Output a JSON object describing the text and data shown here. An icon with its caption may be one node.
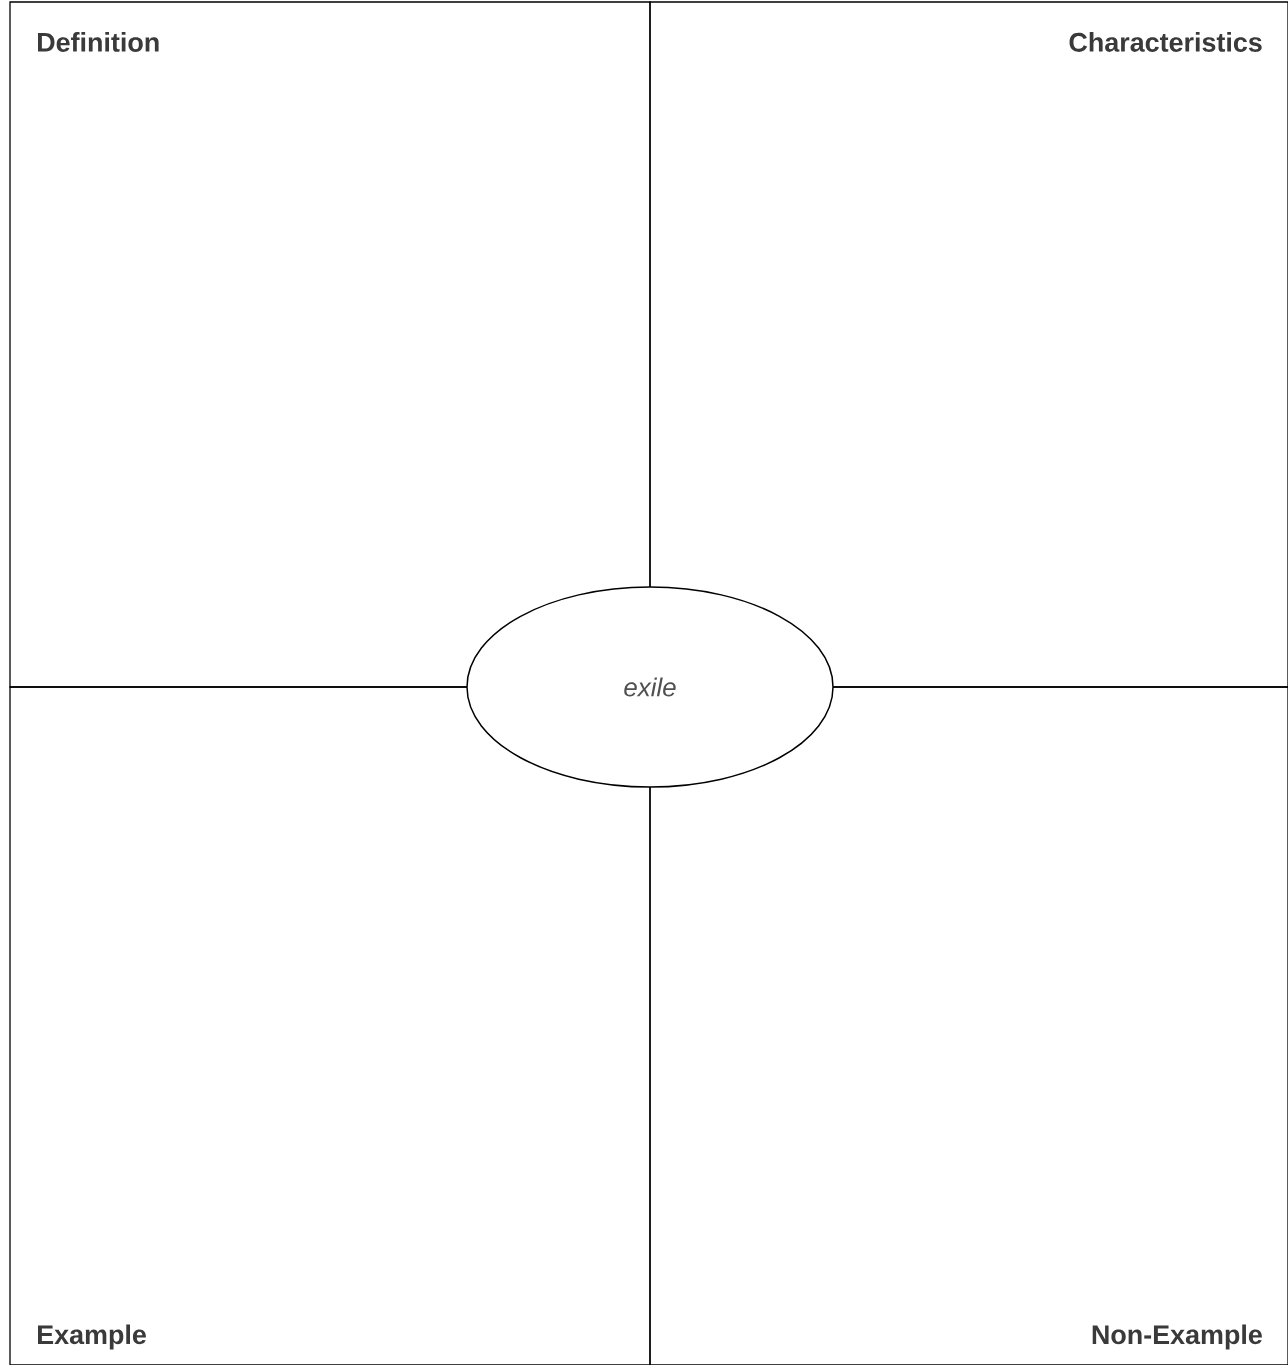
{
  "diagram": {
    "nodes": [
      {
        "text": [
          "Definition"
        ]
      },
      {
        "text": [
          "Characteristics"
        ]
      },
      {
        "text": [
          "Example"
        ]
      },
      {
        "text": [
          "Non-Example"
        ]
      },
      {
        "text": [
          "exile"
        ]
      }
    ]
  }
}
